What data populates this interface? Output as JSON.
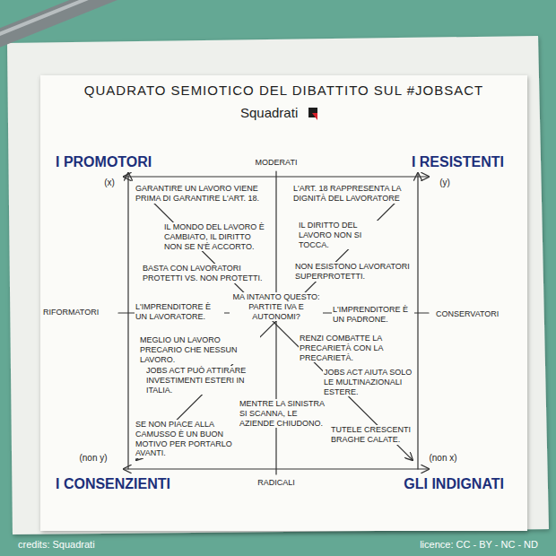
{
  "diagram": {
    "title": "QUADRATO SEMIOTICO DEL DIBATTITO SUL #JOBSACT",
    "labels": [
      "Squadrati",
      "I PROMOTORI",
      "MODERATI",
      "I RESISTENTI",
      "(x)",
      "(y)",
      "GARANTIRE UN LAVORO VIENE PRIMA DI GARANTIRE L'ART. 18.",
      "L'ART. 18 RAPPRESENTA LA DIGNITÀ DEL LAVORATORE",
      "IL MONDO DEL LAVORO È CAMBIATO, IL DIRITTO NON SE N'È ACCORTO.",
      "IL DIRITTO DEL LAVORO NON SI TOCCA.",
      "BASTA CON LAVORATORI PROTETTI VS. NON PROTETTI.",
      "NON ESISTONO LAVORATORI SUPERPROTETTI.",
      "RIFORMATORI",
      "L'IMPRENDITORE È UN LAVORATORE.",
      "MA INTANTO QUESTO: PARTITE IVA E AUTONOMI?",
      "L'IMPRENDITORE È UN PADRONE.",
      "CONSERVATORI",
      "MEGLIO UN LAVORO PRECARIO CHE NESSUN LAVORO.",
      "RENZI COMBATTE LA PRECARIETÀ CON LA PRECARIETÀ.",
      "JOBS ACT PUÒ ATTIRARE INVESTIMENTI ESTERI IN ITALIA.",
      "JOBS ACT AIUTA SOLO LE MULTINAZIONALI ESTERE.",
      "MENTRE LA SINISTRA SI SCANNA, LE AZIENDE CHIUDONO.",
      "SE NON PIACE ALLA CAMUSSO È UN BUON MOTIVO PER PORTARLO AVANTI.",
      "TUTELE CRESCENTI BRAGHE CALATE.",
      "(non y)",
      "(non x)",
      "I CONSENZIENTI",
      "RADICALI",
      "GLI INDIGNATI",
      "credits: Squadrati",
      "licence: CC - BY - NC - ND"
    ]
  }
}
